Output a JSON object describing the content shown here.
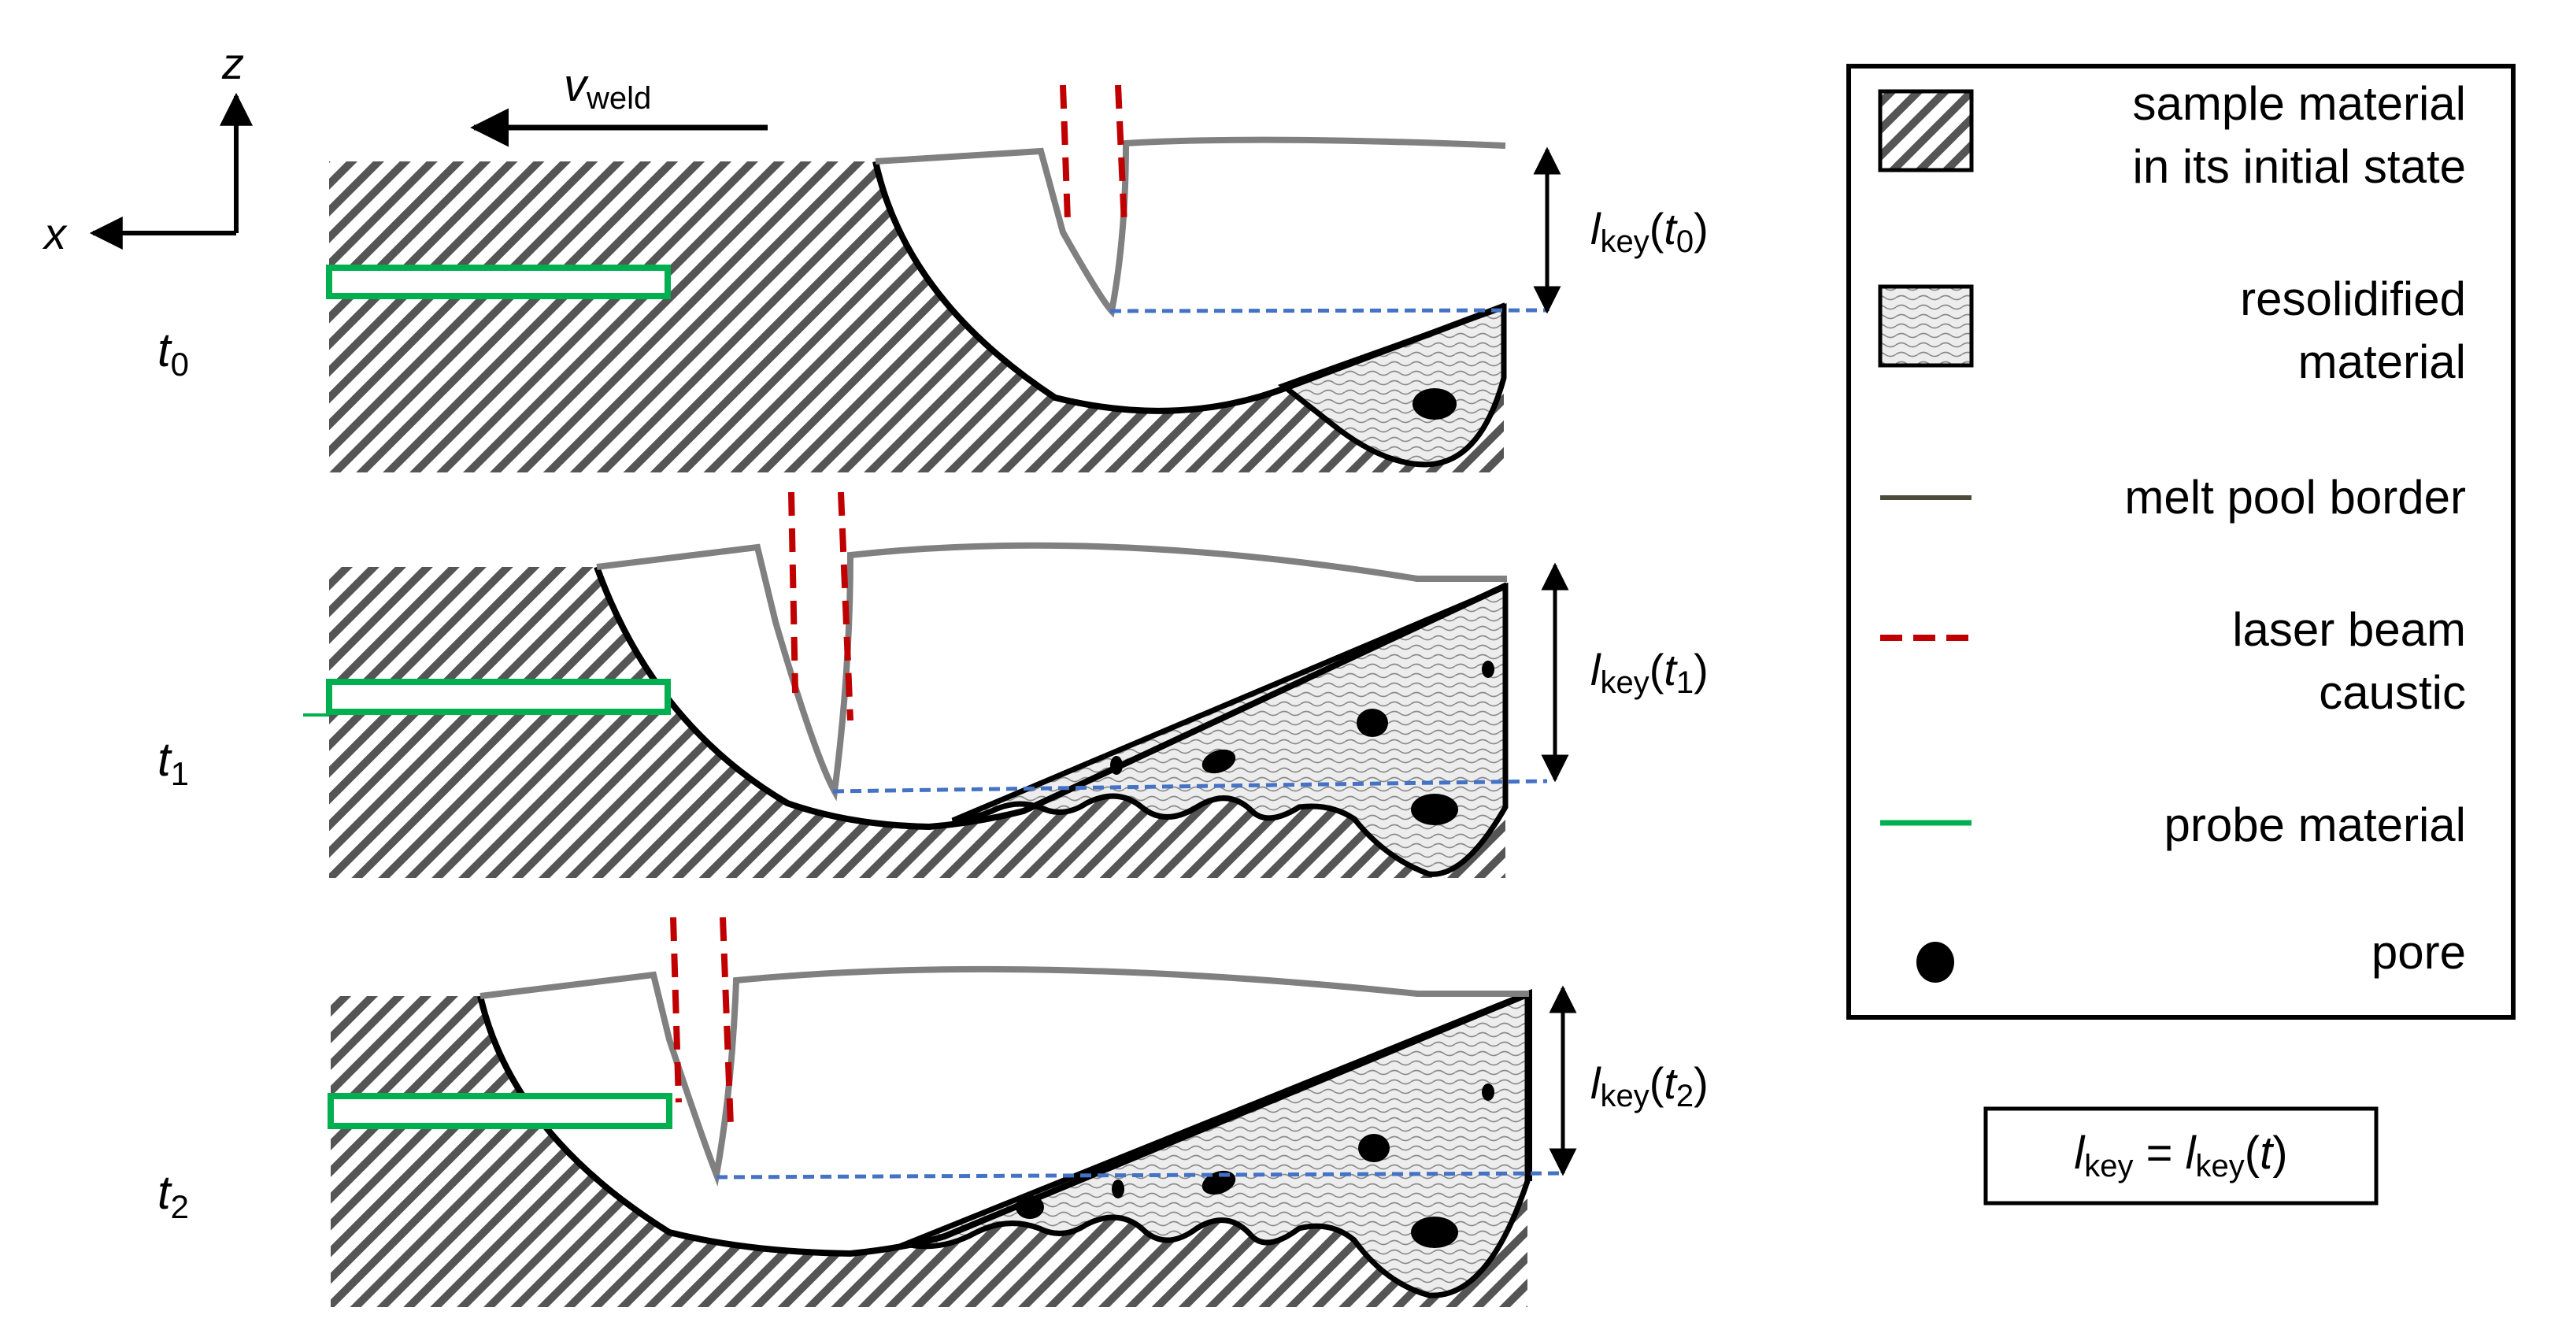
{
  "axes": {
    "z": "z",
    "x": "x"
  },
  "velocity": {
    "symbol": "v",
    "subscript": "weld"
  },
  "stages": [
    {
      "t": "t",
      "t_sub": "0",
      "lkey": "l",
      "lkey_sub": "key",
      "lkey_arg": "t",
      "lkey_arg_sub": "0"
    },
    {
      "t": "t",
      "t_sub": "1",
      "lkey": "l",
      "lkey_sub": "key",
      "lkey_arg": "t",
      "lkey_arg_sub": "1"
    },
    {
      "t": "t",
      "t_sub": "2",
      "lkey": "l",
      "lkey_sub": "key",
      "lkey_arg": "t",
      "lkey_arg_sub": "2"
    }
  ],
  "legend": {
    "items": [
      {
        "icon": "hatched-square",
        "lines": [
          "sample material",
          "in its initial state"
        ]
      },
      {
        "icon": "wavy-square",
        "lines": [
          "resolidified",
          "material"
        ]
      },
      {
        "icon": "dark-line",
        "color": "#4d4b3a",
        "lines": [
          "melt pool border"
        ]
      },
      {
        "icon": "red-dashed-line",
        "color": "#c00000",
        "lines": [
          "laser beam",
          "caustic"
        ]
      },
      {
        "icon": "green-line",
        "color": "#00b050",
        "lines": [
          "probe material"
        ]
      },
      {
        "icon": "black-dot",
        "lines": [
          "pore"
        ]
      }
    ]
  },
  "formula": {
    "lhs": "l",
    "lhs_sub": "key",
    "eq": " = ",
    "rhs": "l",
    "rhs_sub": "key",
    "rhs_arg": "t"
  },
  "colors": {
    "hatch": "#555555",
    "resolidified": "#e8e8e8",
    "melt_border": "#000000",
    "keyhole": "#808080",
    "laser": "#c00000",
    "probe": "#00b050",
    "depth_line": "#4472c4"
  }
}
